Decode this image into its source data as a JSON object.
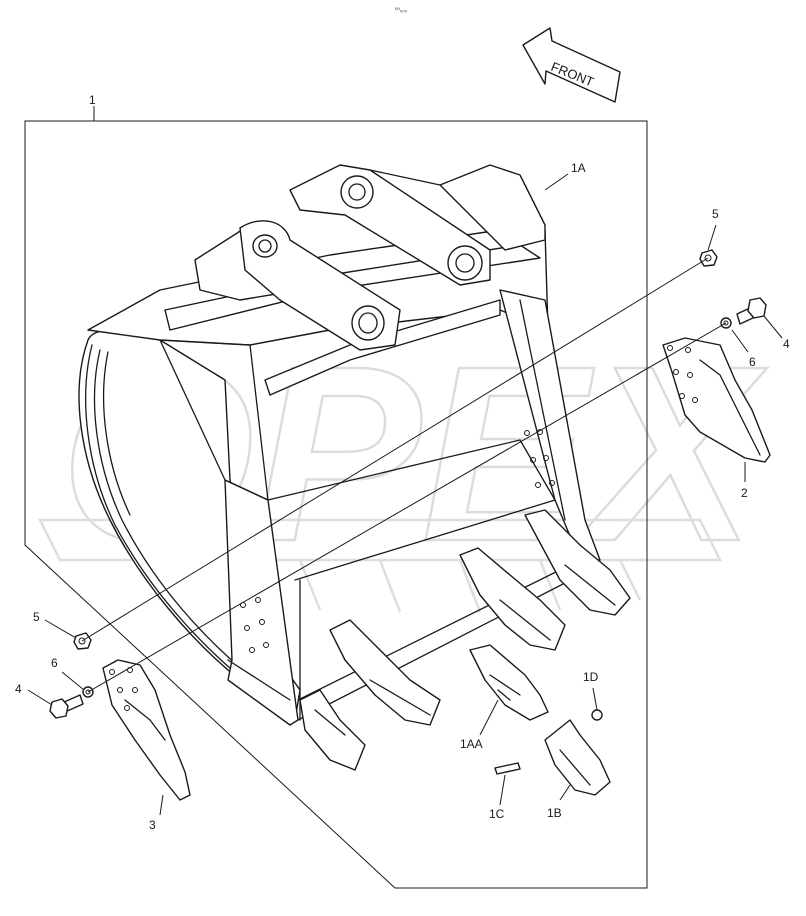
{
  "header": {
    "tag": "⁰⁰₀₀₀"
  },
  "watermark": {
    "text": "OPEX"
  },
  "front_arrow": {
    "label": "FRONT"
  },
  "callouts": {
    "c1": "1",
    "c1A": "1A",
    "c1AA": "1AA",
    "c1B": "1B",
    "c1C": "1C",
    "c1D": "1D",
    "c2": "2",
    "c3": "3",
    "c4_right": "4",
    "c4_left": "4",
    "c5_right": "5",
    "c5_left": "5",
    "c6_right": "6",
    "c6_left": "6"
  }
}
